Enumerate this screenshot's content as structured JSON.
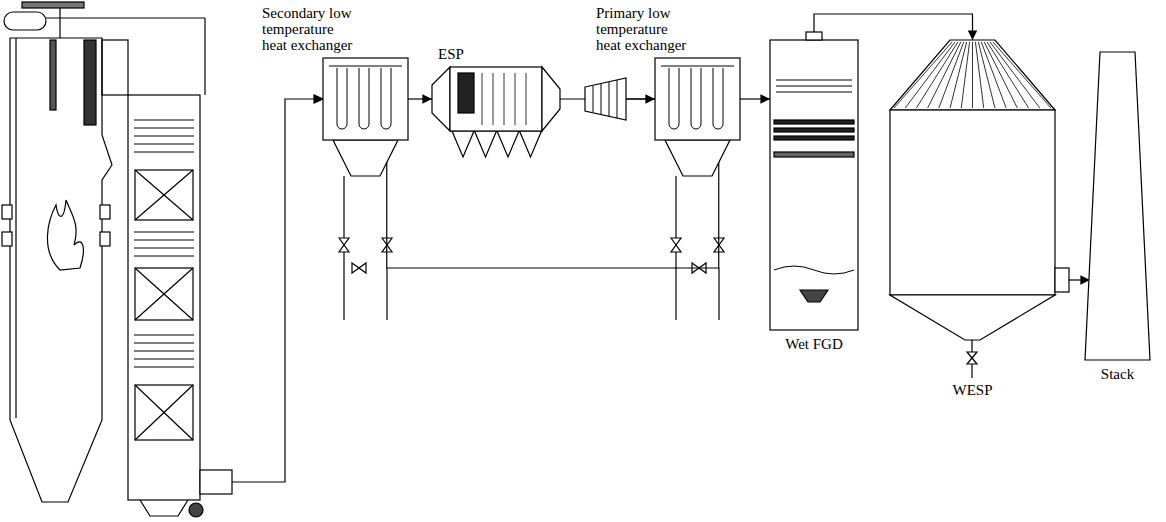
{
  "diagram": {
    "nodes": [
      {
        "text": [
          "Secondary low temperature heat exchanger"
        ]
      },
      {
        "text": [
          "ESP"
        ]
      },
      {
        "text": [
          "Primary low temperature heat exchanger"
        ]
      },
      {
        "text": [
          "Wet FGD"
        ]
      },
      {
        "text": [
          "WESP"
        ]
      },
      {
        "text": [
          "Stack"
        ]
      }
    ],
    "edges": [
      {
        "from": 0,
        "to": 1,
        "arrow": "to"
      },
      {
        "from": 1,
        "to": 2,
        "arrow": "to"
      },
      {
        "from": 2,
        "to": 3,
        "arrow": "to"
      },
      {
        "from": 3,
        "to": 4,
        "arrow": "to"
      },
      {
        "from": 4,
        "to": 5,
        "arrow": "to"
      },
      {
        "from": 2,
        "to": 0,
        "arrow": "to"
      }
    ]
  }
}
